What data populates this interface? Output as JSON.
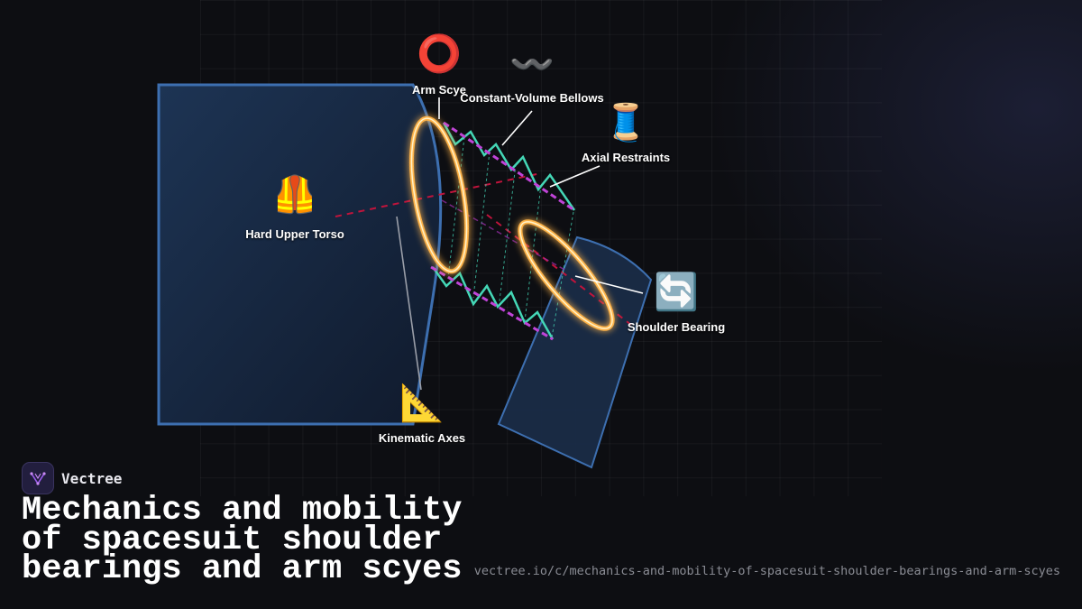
{
  "diagram": {
    "labels": {
      "arm_scye": "Arm Scye",
      "bellows": "Constant-Volume Bellows",
      "axial_restraints": "Axial Restraints",
      "hard_upper_torso": "Hard Upper Torso",
      "shoulder_bearing": "Shoulder Bearing",
      "kinematic_axes": "Kinematic Axes"
    },
    "icons": {
      "arm_scye": "⭕",
      "bellows": "〰️",
      "axial_restraints": "🧵",
      "hard_upper_torso": "🦺",
      "shoulder_bearing": "🔄",
      "kinematic_axes": "📐"
    },
    "colors": {
      "panel_fill": "#1b2d4a",
      "panel_stroke": "#3d6fb0",
      "bellows": "#44d7b6",
      "restraint": "#c044d8",
      "axis": "#c0143c",
      "ring": "#ffd27a"
    }
  },
  "brand": {
    "name": "Vectree"
  },
  "title": "Mechanics and mobility of spacesuit shoulder bearings and arm scyes",
  "url": "vectree.io/c/mechanics-and-mobility-of-spacesuit-shoulder-bearings-and-arm-scyes"
}
